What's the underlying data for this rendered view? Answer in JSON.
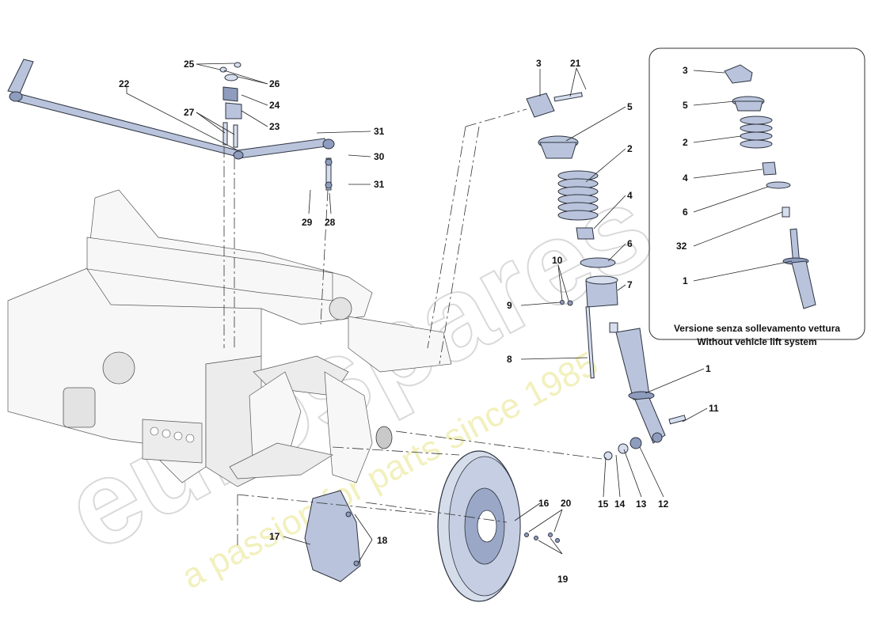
{
  "watermark": {
    "brand": "eurospares",
    "tagline": "a passion for parts since 1985"
  },
  "inset": {
    "caption_it": "Versione senza sollevamento vettura",
    "caption_en": "Without vehicle lift system"
  },
  "callouts": {
    "c1": "1",
    "c2": "2",
    "c3": "3",
    "c4": "4",
    "c5": "5",
    "c6": "6",
    "c7": "7",
    "c8": "8",
    "c9": "9",
    "c10": "10",
    "c11": "11",
    "c12": "12",
    "c13": "13",
    "c14": "14",
    "c15": "15",
    "c16": "16",
    "c17": "17",
    "c18": "18",
    "c19": "19",
    "c20": "20",
    "c21": "21",
    "c22": "22",
    "c23": "23",
    "c24": "24",
    "c25": "25",
    "c26": "26",
    "c27": "27",
    "c28": "28",
    "c29": "29",
    "c30": "30",
    "c31a": "31",
    "c31b": "31",
    "i3": "3",
    "i5": "5",
    "i2": "2",
    "i4": "4",
    "i6": "6",
    "i32": "32",
    "i1": "1"
  }
}
